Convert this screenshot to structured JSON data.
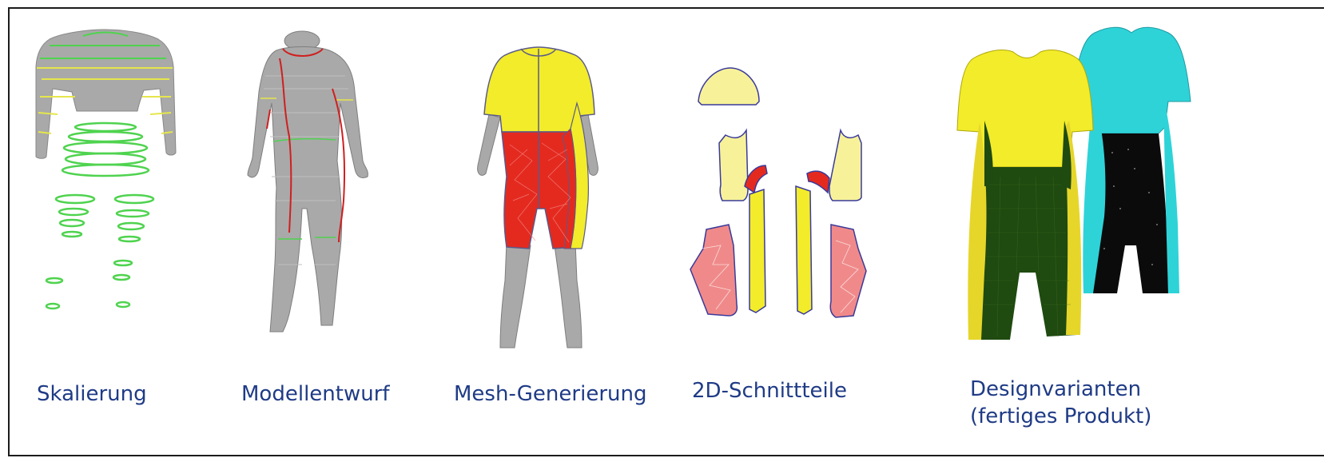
{
  "stages": [
    {
      "id": "scaling",
      "label": "Skalierung",
      "icon": "scaling-slices-figure"
    },
    {
      "id": "design",
      "label": "Modellentwurf",
      "icon": "model-design-mannequin"
    },
    {
      "id": "mesh",
      "label": "Mesh-Generierung",
      "icon": "mesh-suit-figure"
    },
    {
      "id": "patterns",
      "label": "2D-Schnittteile",
      "icon": "flat-pattern-pieces"
    },
    {
      "id": "variants",
      "label_line1": "Designvarianten",
      "label_line2": "(fertiges Produkt)",
      "icon": "finished-suit-variants"
    }
  ],
  "colors": {
    "caption": "#1f3b86",
    "body_gray": "#a9a9a9",
    "slice_green": "#4fd34f",
    "slice_yellow": "#e6e64c",
    "seam_red": "#d01f1f",
    "suit_yellow": "#f2ec2a",
    "suit_red": "#e42a1f",
    "suit_green_dark": "#1f4a10",
    "suit_cyan": "#2ed3d8",
    "suit_black": "#0b0b0b",
    "pattern_yellow": "#f7f29a",
    "pattern_pink": "#f08a8a"
  }
}
